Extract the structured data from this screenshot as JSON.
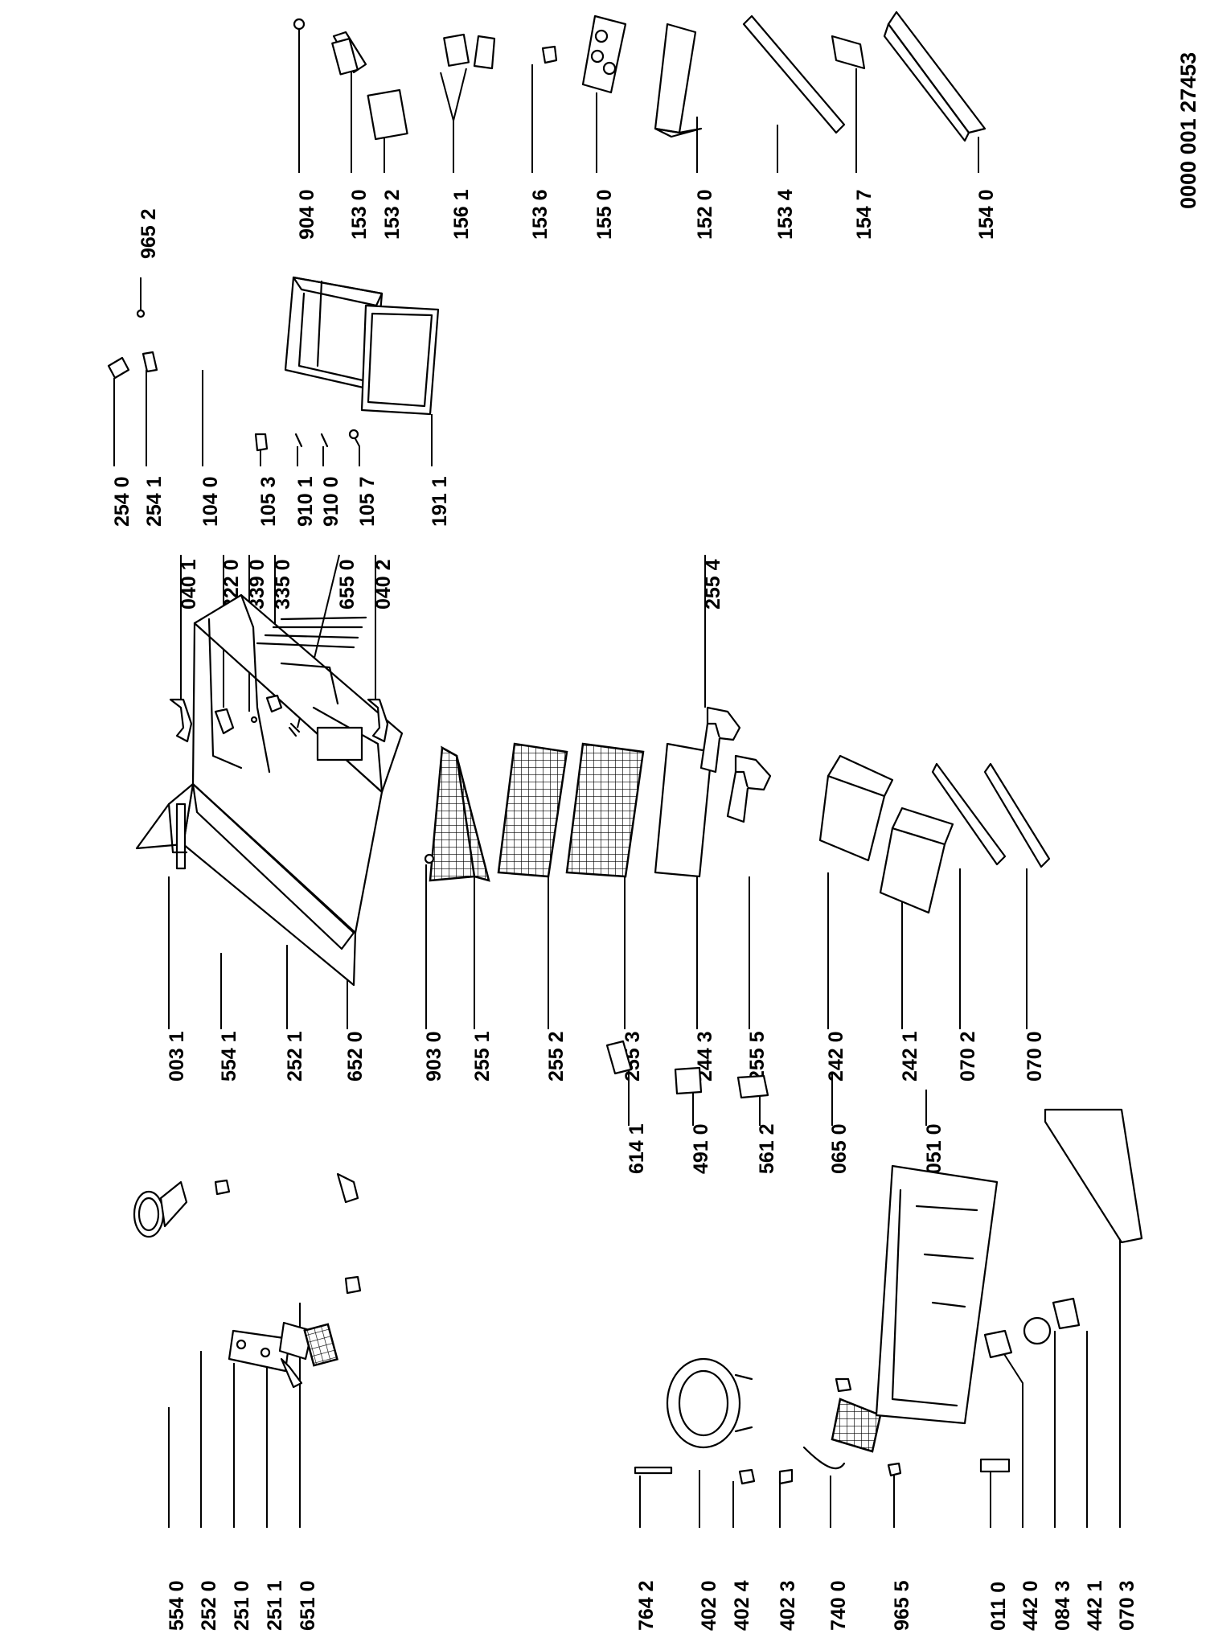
{
  "diagram_id": "0000 001 27453",
  "labels": {
    "l5540": "554 0",
    "l2520": "252 0",
    "l2510": "251 0",
    "l2511": "251 1",
    "l6510": "651 0",
    "l5541": "554 1",
    "l2521": "252 1",
    "l6520": "652 0",
    "l0031": "003 1",
    "l7642": "764 2",
    "l4020": "402 0",
    "l4024": "402 4",
    "l4023": "402 3",
    "l7400": "740 0",
    "l9655": "965 5",
    "l0110": "011 0",
    "l4420": "442 0",
    "l0843": "084 3",
    "l4421": "442 1",
    "l0703": "070 3",
    "l6141": "614 1",
    "l4910": "491 0",
    "l5612": "561 2",
    "l0650": "065 0",
    "l0510": "051 0",
    "l9030": "903 0",
    "l2551": "255 1",
    "l2552": "255 2",
    "l2553": "255 3",
    "l2443": "244 3",
    "l2555": "255 5",
    "l2420": "242 0",
    "l2421": "242 1",
    "l0702": "070 2",
    "l0700": "070 0",
    "l0401": "040 1",
    "l3220": "322 0",
    "l3390": "339 0",
    "l3350": "335 0",
    "l6550": "655 0",
    "l0402": "040 2",
    "l2554": "255 4",
    "l2540": "254 0",
    "l2541": "254 1",
    "l1040": "104 0",
    "l1053": "105 3",
    "l9101": "910 1",
    "l9100": "910 0",
    "l1057": "105 7",
    "l1911": "191 1",
    "l9652": "965 2",
    "l9040": "904 0",
    "l1530": "153 0",
    "l1532": "153 2",
    "l1561": "156 1",
    "l1536": "153 6",
    "l1550": "155 0",
    "l1520": "152 0",
    "l1534": "153 4",
    "l1547": "154 7",
    "l1540": "154 0"
  }
}
